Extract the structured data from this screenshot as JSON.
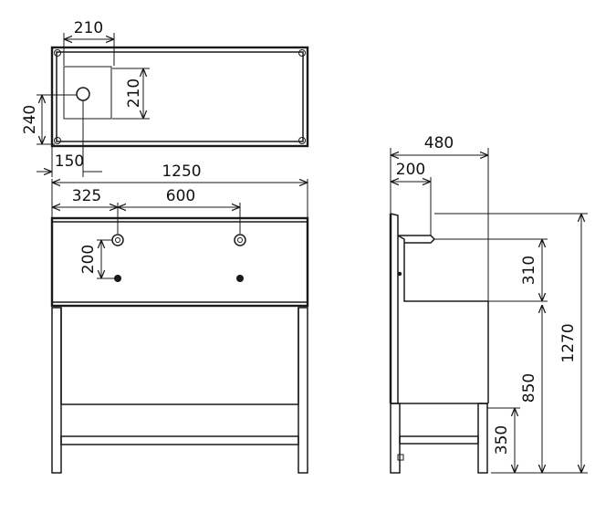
{
  "diagram": {
    "colors": {
      "line": "#1a1a1a",
      "text": "#111111",
      "background": "#ffffff"
    },
    "top_view": {
      "dim_width_210": "210",
      "dim_height_210": "210",
      "dim_240": "240",
      "dim_150": "150"
    },
    "front_view": {
      "dim_1250": "1250",
      "dim_325": "325",
      "dim_600": "600",
      "dim_200": "200"
    },
    "side_view": {
      "dim_480": "480",
      "dim_200": "200",
      "dim_310": "310",
      "dim_850": "850",
      "dim_1270": "1270",
      "dim_350": "350"
    }
  }
}
